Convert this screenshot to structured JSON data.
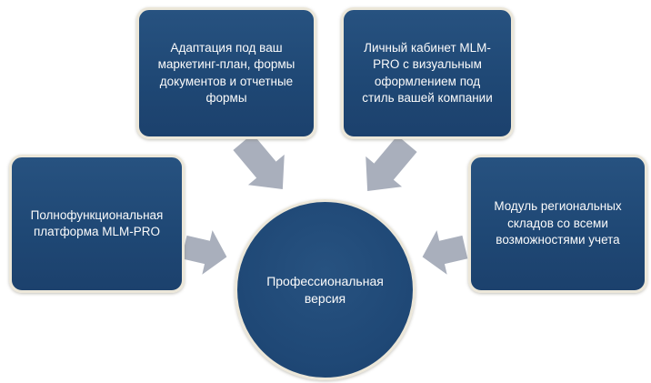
{
  "diagram": {
    "title": "MLM-PRO professional version feature diagram",
    "colors": {
      "shape_fill": "#1F4875",
      "shape_border": "#ECE7D9",
      "arrow_fill": "#A9AFBC",
      "text": "#FBFBFB",
      "background": "#FFFFFF"
    },
    "center": {
      "label": "Профессиональная\nверсия"
    },
    "nodes": [
      {
        "id": "adaptation",
        "label": "Адаптация под ваш\nмаркетинг-план, формы\nдокументов и отчетные\nформы"
      },
      {
        "id": "cabinet",
        "label": "Личный кабинет MLM-\nPRO с визуальным\nоформлением под\nстиль вашей компании"
      },
      {
        "id": "platform",
        "label": "Полнофункциональная\nплатформа MLM-PRO"
      },
      {
        "id": "warehouse",
        "label": "Модуль региональных\nскладов со всеми\nвозможностями учета"
      }
    ],
    "arrows": [
      {
        "name": "arrow-from-adaptation",
        "direction": "down-right"
      },
      {
        "name": "arrow-from-cabinet",
        "direction": "down-left"
      },
      {
        "name": "arrow-from-platform",
        "direction": "right"
      },
      {
        "name": "arrow-from-warehouse",
        "direction": "left"
      }
    ]
  }
}
